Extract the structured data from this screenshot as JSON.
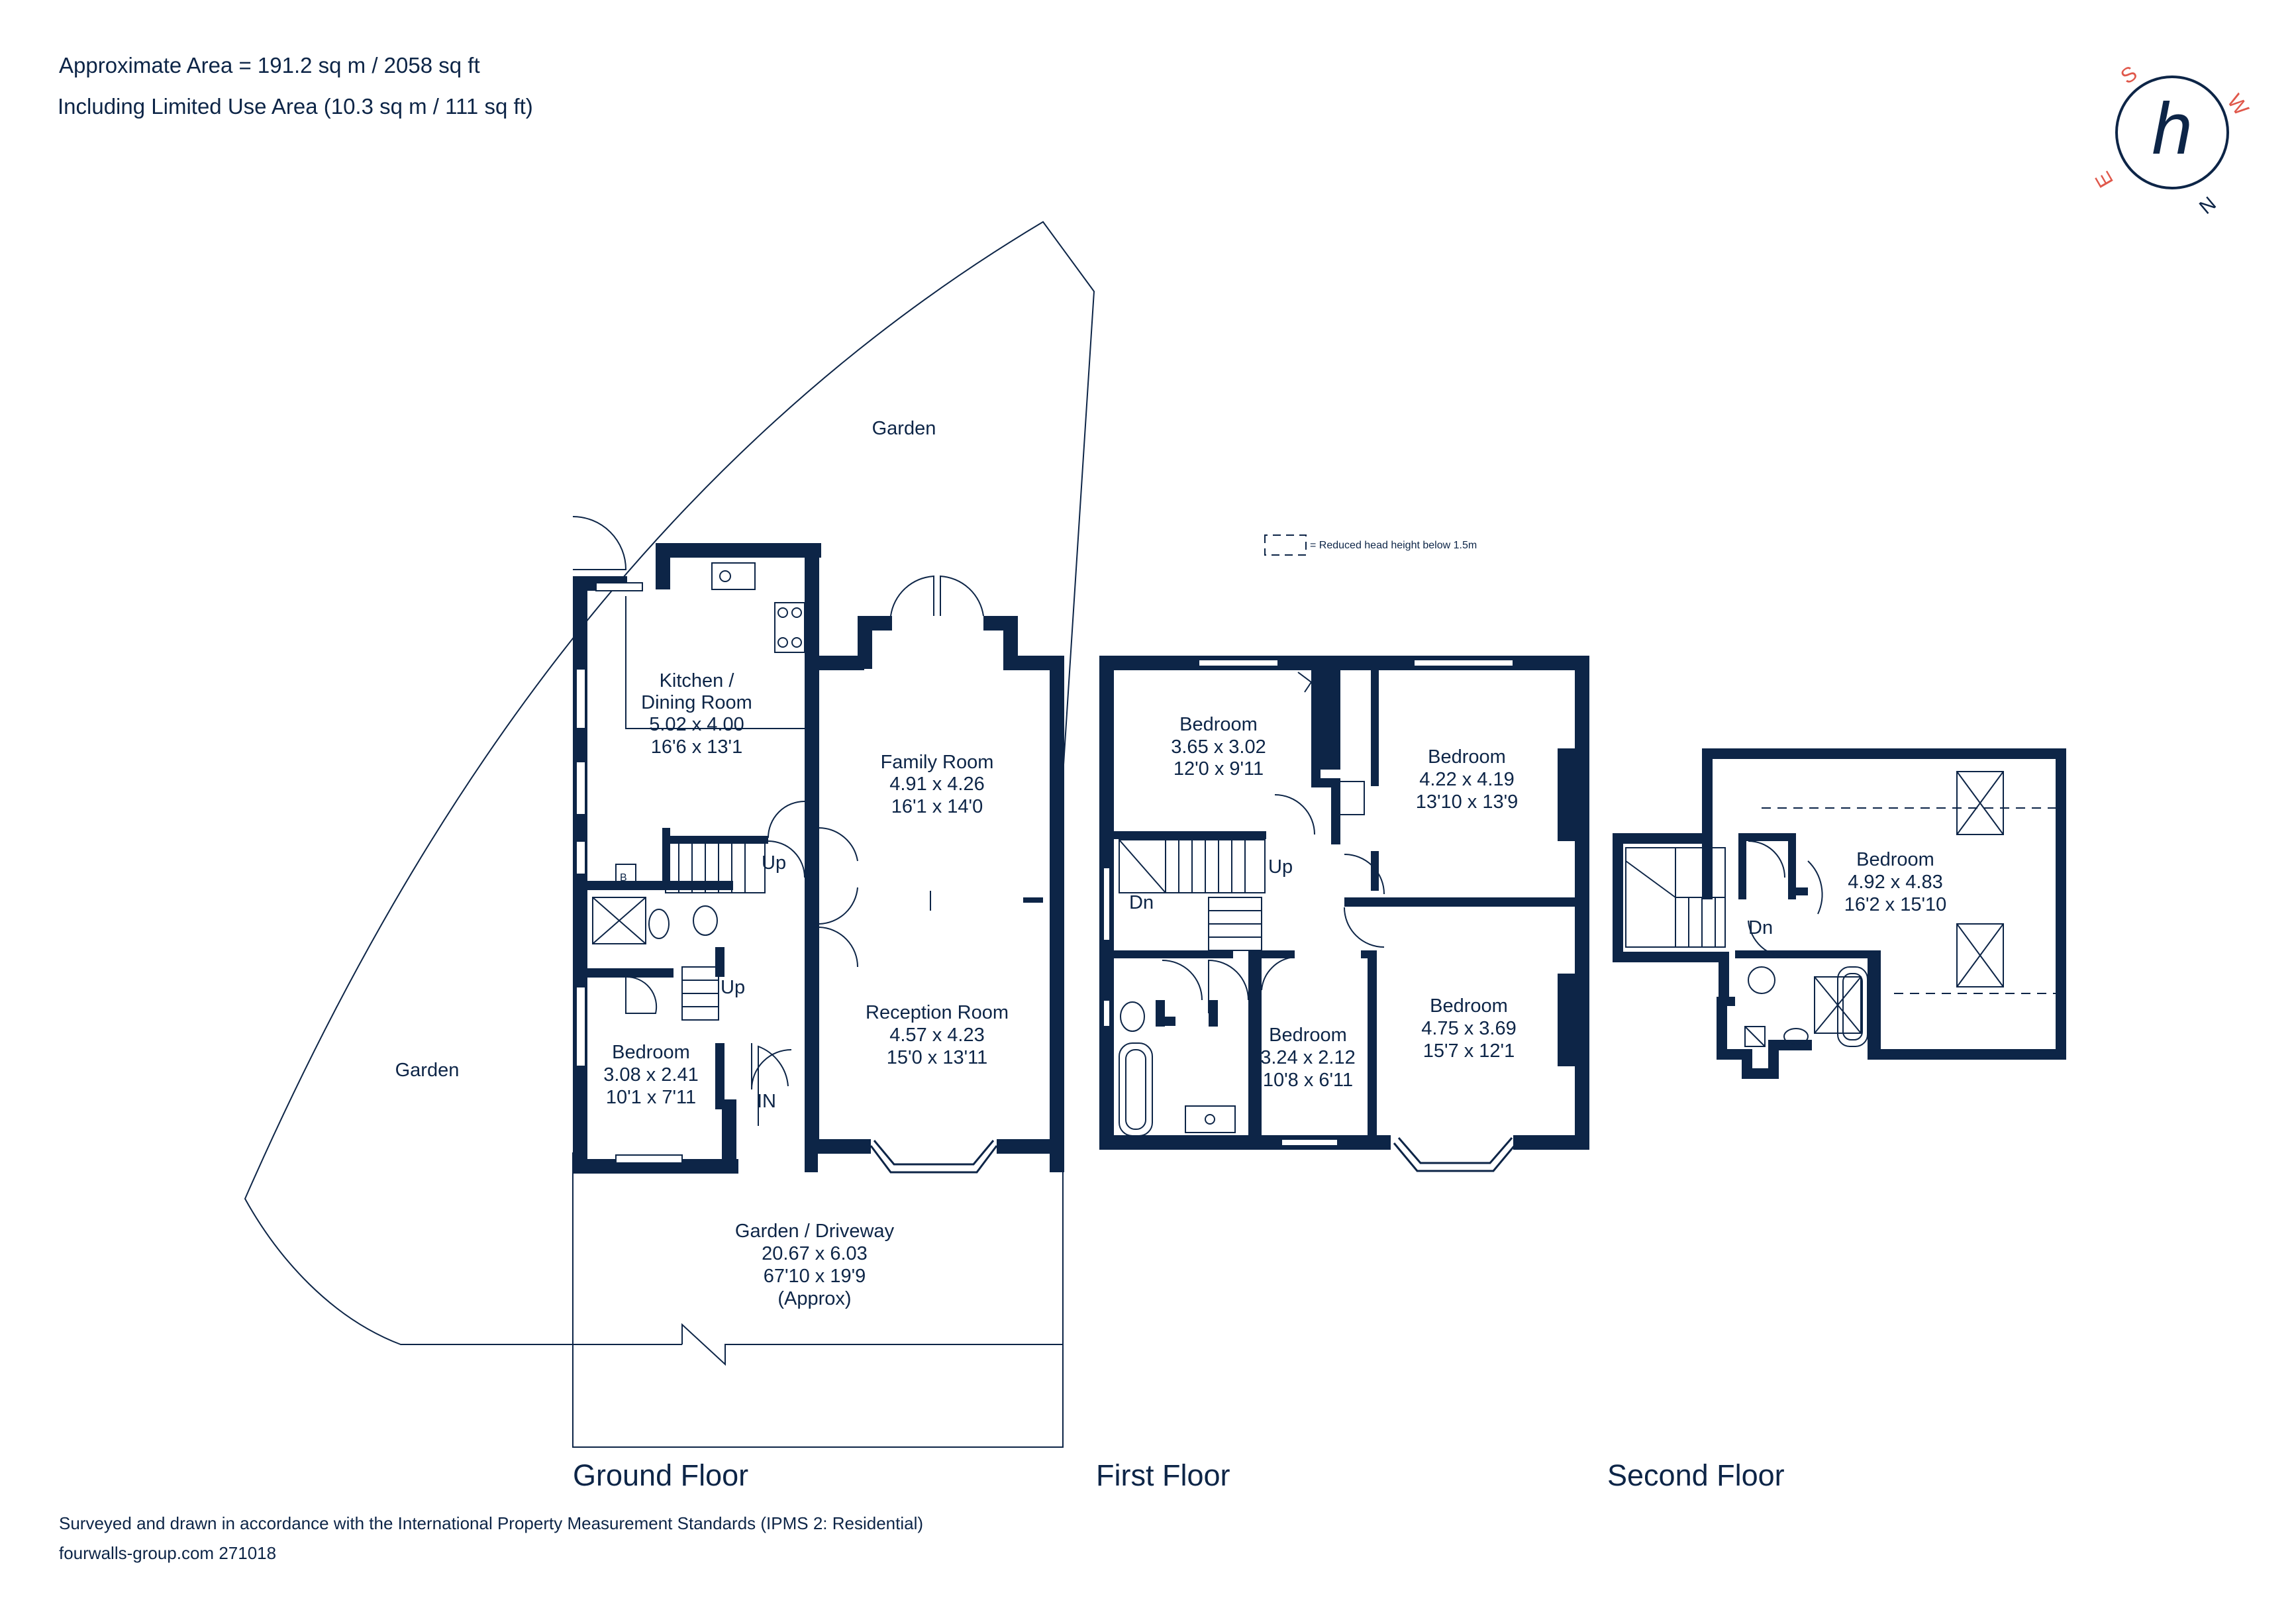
{
  "header": {
    "area_line1": "Approximate Area = 191.2 sq m / 2058 sq ft",
    "area_line2": "Including Limited Use Area (10.3 sq m / 111 sq ft)"
  },
  "compass": {
    "letters": [
      "S",
      "W",
      "N",
      "E"
    ],
    "logo_letter": "h",
    "accent_color": "#e0584b",
    "brand_color": "#0d2547"
  },
  "legend": {
    "reduced_height": "= Reduced head height below 1.5m"
  },
  "ground_floor": {
    "title": "Ground Floor",
    "garden_top": "Garden",
    "garden_left": "Garden",
    "kitchen": {
      "name1": "Kitchen /",
      "name2": "Dining Room",
      "metric": "5.02 x 4.00",
      "imperial": "16'6 x 13'1"
    },
    "family": {
      "name": "Family Room",
      "metric": "4.91 x 4.26",
      "imperial": "16'1 x 14'0"
    },
    "reception": {
      "name": "Reception Room",
      "metric": "4.57 x 4.23",
      "imperial": "15'0 x 13'11"
    },
    "bedroom": {
      "name": "Bedroom",
      "metric": "3.08 x 2.41",
      "imperial": "10'1 x 7'11"
    },
    "driveway": {
      "name": "Garden / Driveway",
      "metric": "20.67 x 6.03",
      "imperial": "67'10 x 19'9",
      "note": "(Approx)"
    },
    "up1": "Up",
    "up2": "Up",
    "in": "IN",
    "boiler": "B"
  },
  "first_floor": {
    "title": "First Floor",
    "bed1": {
      "name": "Bedroom",
      "metric": "3.65 x 3.02",
      "imperial": "12'0 x 9'11"
    },
    "bed2": {
      "name": "Bedroom",
      "metric": "4.22 x 4.19",
      "imperial": "13'10 x 13'9"
    },
    "bed3": {
      "name": "Bedroom",
      "metric": "3.24 x 2.12",
      "imperial": "10'8 x 6'11"
    },
    "bed4": {
      "name": "Bedroom",
      "metric": "4.75 x 3.69",
      "imperial": "15'7 x 12'1"
    },
    "dn": "Dn",
    "up": "Up"
  },
  "second_floor": {
    "title": "Second Floor",
    "bed": {
      "name": "Bedroom",
      "metric": "4.92 x 4.83",
      "imperial": "16'2 x 15'10"
    },
    "dn": "Dn"
  },
  "footer": {
    "line1": "Surveyed and drawn in accordance with the International Property Measurement Standards (IPMS 2: Residential)",
    "line2": "fourwalls-group.com 271018"
  }
}
